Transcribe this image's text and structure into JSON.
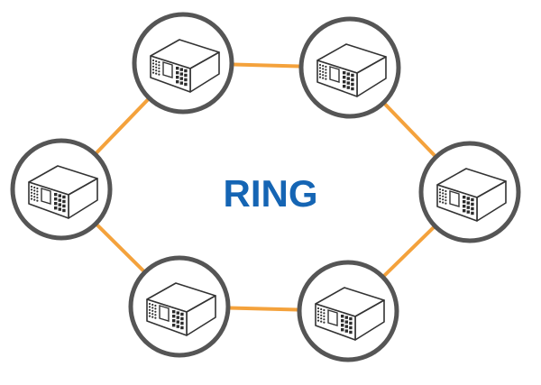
{
  "diagram": {
    "title": "RING",
    "colors": {
      "link": "#F4A23C",
      "node_ring": "#555555",
      "node_fill": "#ffffff",
      "device_stroke": "#333333",
      "title": "#1565B4"
    },
    "nodes": [
      {
        "id": "node-top-left",
        "icon": "network-device-icon"
      },
      {
        "id": "node-top-right",
        "icon": "network-device-icon"
      },
      {
        "id": "node-right",
        "icon": "network-device-icon"
      },
      {
        "id": "node-bottom-right",
        "icon": "network-device-icon"
      },
      {
        "id": "node-bottom-left",
        "icon": "network-device-icon"
      },
      {
        "id": "node-left",
        "icon": "network-device-icon"
      }
    ],
    "links": [
      [
        "node-top-left",
        "node-top-right"
      ],
      [
        "node-top-right",
        "node-right"
      ],
      [
        "node-right",
        "node-bottom-right"
      ],
      [
        "node-bottom-right",
        "node-bottom-left"
      ],
      [
        "node-bottom-left",
        "node-left"
      ],
      [
        "node-left",
        "node-top-left"
      ]
    ]
  }
}
